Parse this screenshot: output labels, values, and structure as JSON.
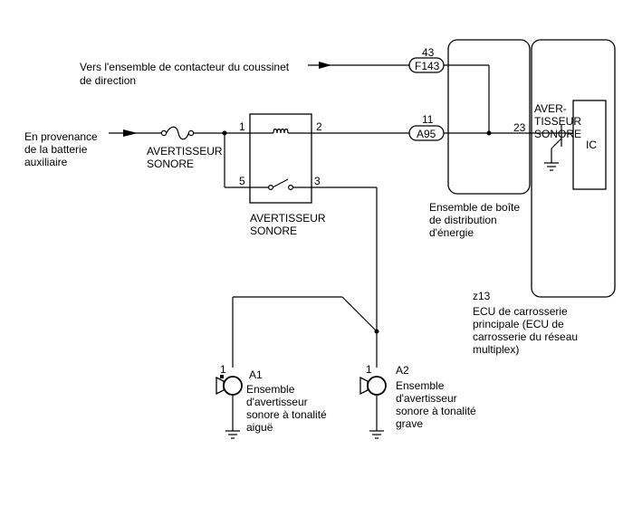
{
  "external": {
    "to_steering_pad_line1": "Vers l'ensemble de contacteur du coussinet",
    "to_steering_pad_line2": "de direction",
    "from_battery_line1": "En provenance",
    "from_battery_line2": "de la batterie",
    "from_battery_line3": "auxiliaire"
  },
  "fuse": {
    "label_line1": "AVERTISSEUR",
    "label_line2": "SONORE"
  },
  "relay": {
    "pin1": "1",
    "pin2": "2",
    "pin3": "3",
    "pin5": "5",
    "label_line1": "AVERTISSEUR",
    "label_line2": "SONORE"
  },
  "connectors": {
    "f143_pin": "43",
    "f143_name": "F143",
    "a95_pin": "11",
    "a95_name": "A95",
    "ecu_pin": "23"
  },
  "junction_block": {
    "label_line1": "Ensemble de boîte",
    "label_line2": "de distribution",
    "label_line3": "d'énergie"
  },
  "ecu": {
    "internal_line1": "AVER-",
    "internal_line2": "TISSEUR",
    "internal_line3": "SONORE",
    "ic_label": "IC",
    "code": "z13",
    "label_line1": "ECU de carrosserie",
    "label_line2": "principale (ECU de",
    "label_line3": "carrosserie du réseau",
    "label_line4": "multiplex)"
  },
  "horn_high": {
    "pin": "1",
    "code": "A1",
    "label_line1": "Ensemble",
    "label_line2": "d'avertisseur",
    "label_line3": "sonore à tonalité",
    "label_line4": "aiguë"
  },
  "horn_low": {
    "pin": "1",
    "code": "A2",
    "label_line1": "Ensemble",
    "label_line2": "d'avertisseur",
    "label_line3": "sonore à tonalité",
    "label_line4": "grave"
  }
}
